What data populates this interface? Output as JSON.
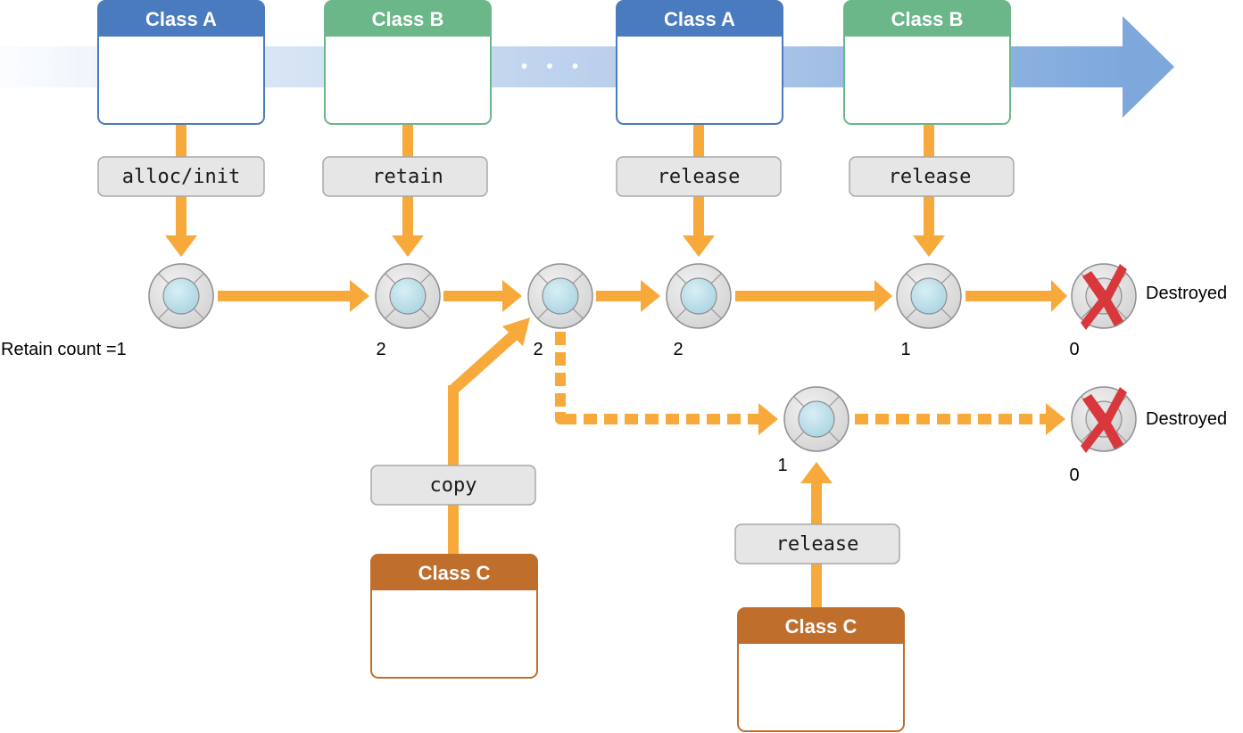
{
  "colors": {
    "class_a": "#4a7bbf",
    "class_b": "#6bb789",
    "class_c": "#bf6e2c",
    "arrow": "#f7a93b",
    "timeline": "#7ea8dc",
    "node_ring": "#dcdcdc",
    "node_core": "#bfe2ec",
    "method_box": "#e6e6e6",
    "destroy_mark": "#d8383c"
  },
  "timeline": {
    "ellipsis": "• • •"
  },
  "classes": [
    {
      "title": "Class A",
      "kind": "a"
    },
    {
      "title": "Class B",
      "kind": "b"
    },
    {
      "title": "Class A",
      "kind": "a"
    },
    {
      "title": "Class B",
      "kind": "b"
    },
    {
      "title": "Class C",
      "kind": "c"
    },
    {
      "title": "Class C",
      "kind": "c"
    }
  ],
  "methods": [
    {
      "label": "alloc/init"
    },
    {
      "label": "retain"
    },
    {
      "label": "release"
    },
    {
      "label": "release"
    },
    {
      "label": "copy"
    },
    {
      "label": "release"
    }
  ],
  "retain_counts": [
    "Retain count =1",
    "2",
    "2",
    "2",
    "1",
    "0",
    "1",
    "0"
  ],
  "destroyed_labels": [
    "Destroyed",
    "Destroyed"
  ]
}
